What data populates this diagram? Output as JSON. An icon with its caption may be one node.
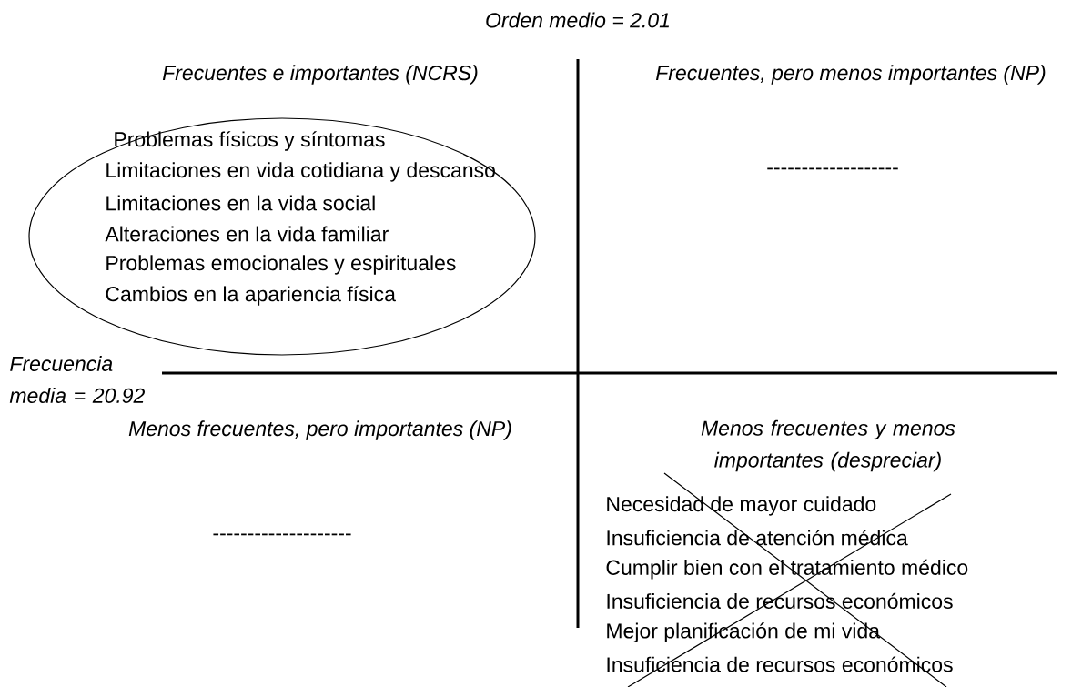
{
  "diagram": {
    "nodes": [
      {
        "text": [
          "Problemas físicos y síntomas",
          "Limitaciones en vida cotidiana y descanso",
          "Limitaciones en la vida social",
          "Alteraciones en la vida familiar",
          "Problemas emocionales y espirituales",
          "Cambios en la apariencia física"
        ]
      }
    ],
    "labels": [
      "Orden medio = 2.01",
      "Frecuentes e importantes (NCRS)",
      "Frecuentes, pero menos importantes (NP)",
      "-------------------",
      "Frecuencia media = 20.92",
      "Menos frecuentes, pero importantes (NP)",
      "Menos frecuentes y menos importantes (despreciar)",
      "--------------------",
      "Necesidad de mayor cuidado",
      "Insuficiencia de atención médica",
      "Cumplir bien con el tratamiento médico",
      "Insuficiencia de recursos económicos",
      "Mejor planificación de mi vida",
      "Insuficiencia de recursos económicos"
    ]
  }
}
